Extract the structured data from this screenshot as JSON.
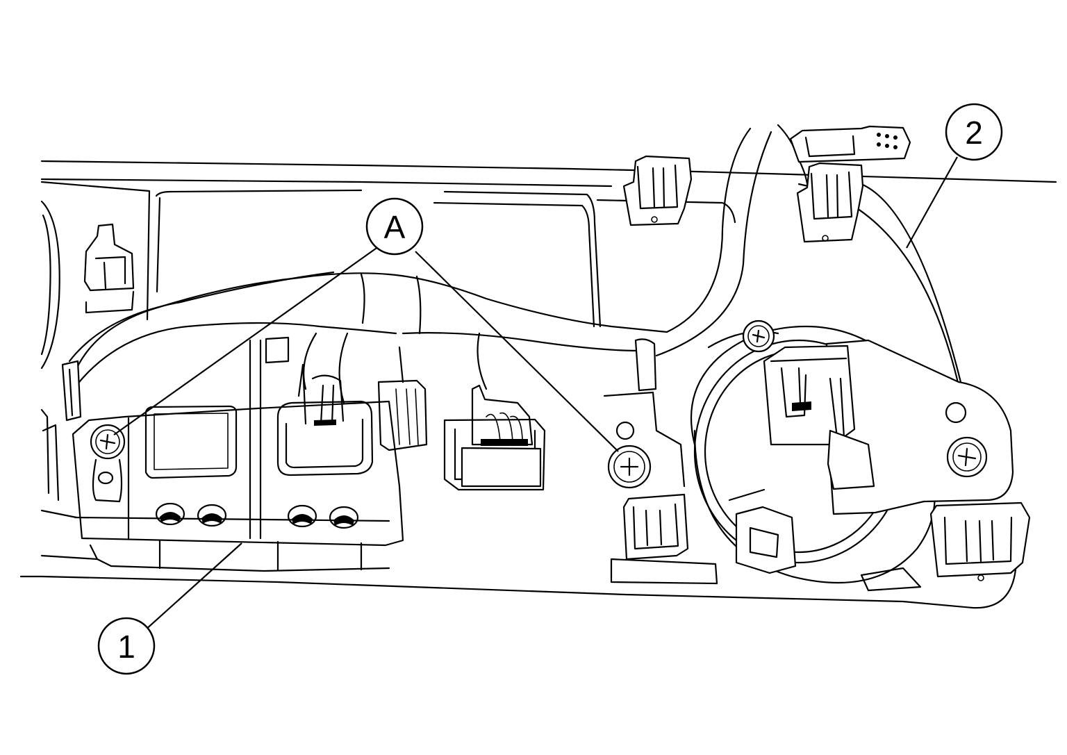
{
  "callouts": {
    "a": "A",
    "one": "1",
    "two": "2"
  },
  "colors": {
    "line": "#000000",
    "background": "#ffffff"
  }
}
